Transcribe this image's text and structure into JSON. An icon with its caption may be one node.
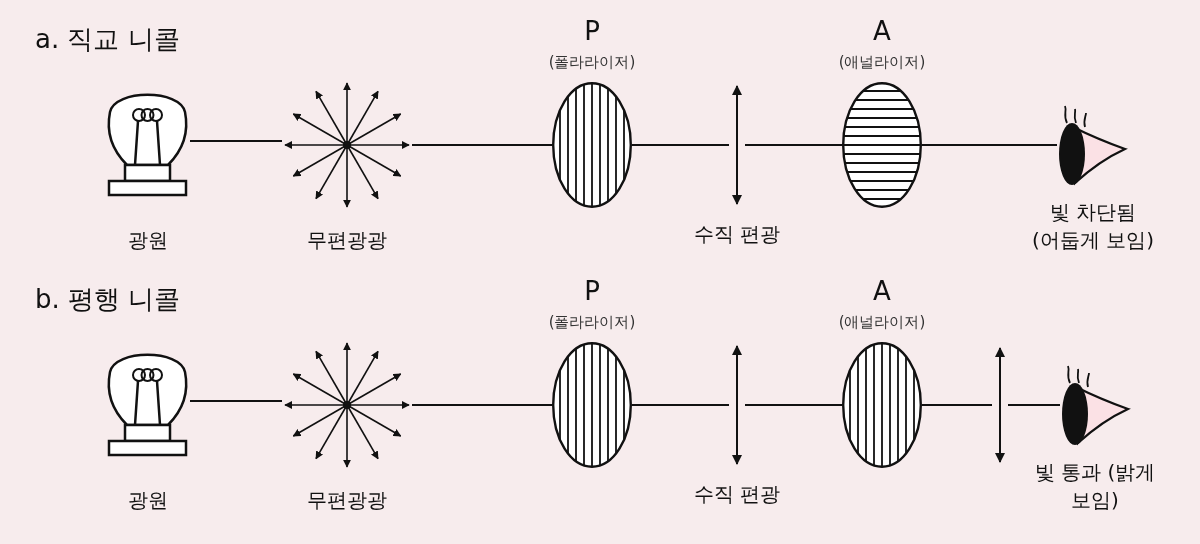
{
  "diagram": {
    "nodes": [
      {
        "text": [],
        "shape": "picture",
        "beside": [
          "광원"
        ]
      },
      {
        "text": [],
        "shape": "star",
        "beside": [
          "무편광광"
        ]
      },
      {
        "text": [
          "P",
          "(폴라라이저)"
        ]
      },
      {
        "text": [],
        "shape": "arrow",
        "beside": [
          "수직 편광"
        ]
      },
      {
        "text": [
          "A",
          "(애널라이저)"
        ]
      },
      {
        "text": [],
        "shape": "picture",
        "beside": [
          "빛 차단됨 (어둡게 보임)"
        ]
      },
      {
        "text": [],
        "shape": "picture",
        "beside": [
          "광원"
        ]
      },
      {
        "text": [],
        "shape": "star",
        "beside": [
          "무편광광"
        ]
      },
      {
        "text": [
          "P",
          "(폴라라이저)"
        ]
      },
      {
        "text": [],
        "shape": "arrow",
        "beside": [
          "수직 편광"
        ]
      },
      {
        "text": [
          "A",
          "(애널라이저)"
        ]
      },
      {
        "text": [],
        "shape": "arrow"
      },
      {
        "text": [],
        "shape": "picture",
        "beside": [
          "빛 통과 (밝게 보임)"
        ]
      }
    ],
    "edges": [
      {
        "from": 0,
        "to": 1,
        "arrow": "none"
      },
      {
        "from": 1,
        "to": 2,
        "arrow": "none"
      },
      {
        "from": 2,
        "to": 3,
        "arrow": "none"
      },
      {
        "from": 3,
        "to": 4,
        "arrow": "none"
      },
      {
        "from": 4,
        "to": 5,
        "arrow": "none"
      },
      {
        "from": 6,
        "to": 7,
        "arrow": "none"
      },
      {
        "from": 7,
        "to": 8,
        "arrow": "none"
      },
      {
        "from": 8,
        "to": 9,
        "arrow": "none"
      },
      {
        "from": 9,
        "to": 10,
        "arrow": "none"
      },
      {
        "from": 10,
        "to": 11,
        "arrow": "none"
      },
      {
        "from": 11,
        "to": 12,
        "arrow": "none"
      }
    ],
    "labels": [
      "a. 직교 니콜",
      "b. 평행 니콜"
    ]
  }
}
